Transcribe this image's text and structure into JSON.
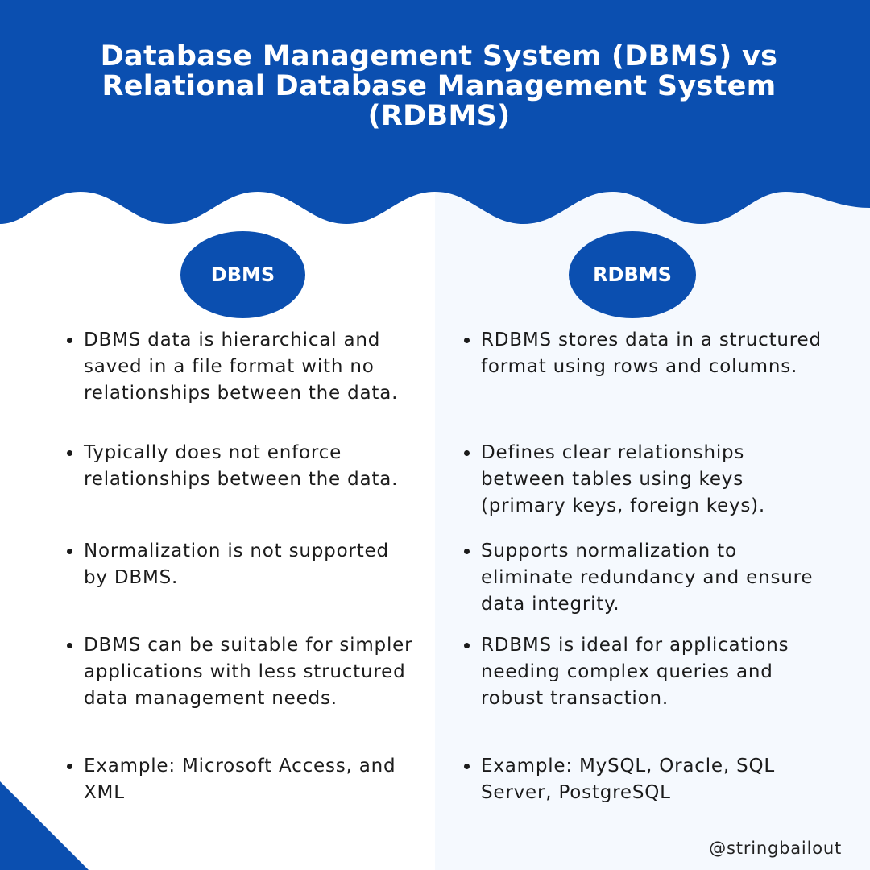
{
  "title": {
    "line1": "Database Management System (DBMS) vs",
    "line2": "Relational Database Management System",
    "line3": "(RDBMS)"
  },
  "columns": {
    "left": {
      "heading": "DBMS",
      "items": [
        "DBMS data is hierarchical and saved in a file format with no relationships between the data.",
        "Typically does not enforce relationships between the data.",
        "Normalization is not supported by DBMS.",
        "DBMS can be suitable for simpler applications with less structured data management needs.",
        "Example: Microsoft Access, and XML"
      ]
    },
    "right": {
      "heading": "RDBMS",
      "items": [
        "RDBMS stores data in a structured format using rows and columns.",
        "Defines clear relationships between tables using keys (primary keys, foreign keys).",
        "Supports normalization to eliminate redundancy and ensure data integrity.",
        "RDBMS is ideal for applications needing complex queries and robust transaction.",
        "Example: MySQL, Oracle, SQL Server, PostgreSQL"
      ]
    }
  },
  "footer": {
    "handle": "@stringbailout"
  },
  "colors": {
    "primary": "#0b4fb0",
    "right_panel": "#f5f9fe",
    "text": "#1b1b1b"
  }
}
